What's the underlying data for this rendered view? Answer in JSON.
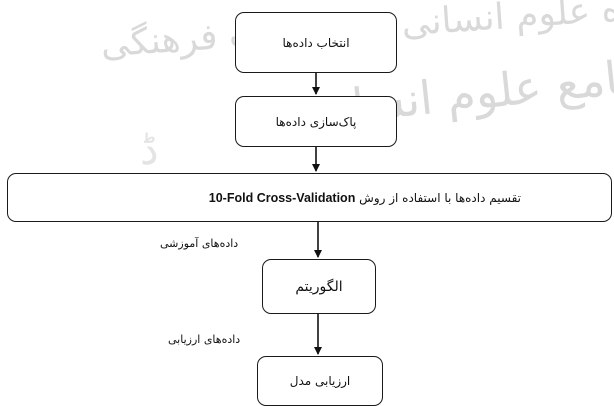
{
  "watermark": {
    "line1": "پژوهشگاه علوم انسانی و مطالعات فرهنگی",
    "line2": "پرتال جامع علوم انسانی",
    "line3": "ڈ"
  },
  "flowchart": {
    "step1": "انتخاب داده‌ها",
    "step2": "پاک‌سازی داده‌ها",
    "step3_text": "تقسیم داده‌ها با استفاده از روش",
    "step3_method": "10-Fold Cross-Validation",
    "step4": "الگوریتم",
    "step5": "ارزیابی مدل",
    "label_train": "داده‌های آموزشی",
    "label_test": "داده‌های ارزیابی"
  },
  "colors": {
    "ink": "#111111",
    "box_border": "#1a1a1a",
    "watermark": "#d9d9d9",
    "background": "#ffffff"
  }
}
